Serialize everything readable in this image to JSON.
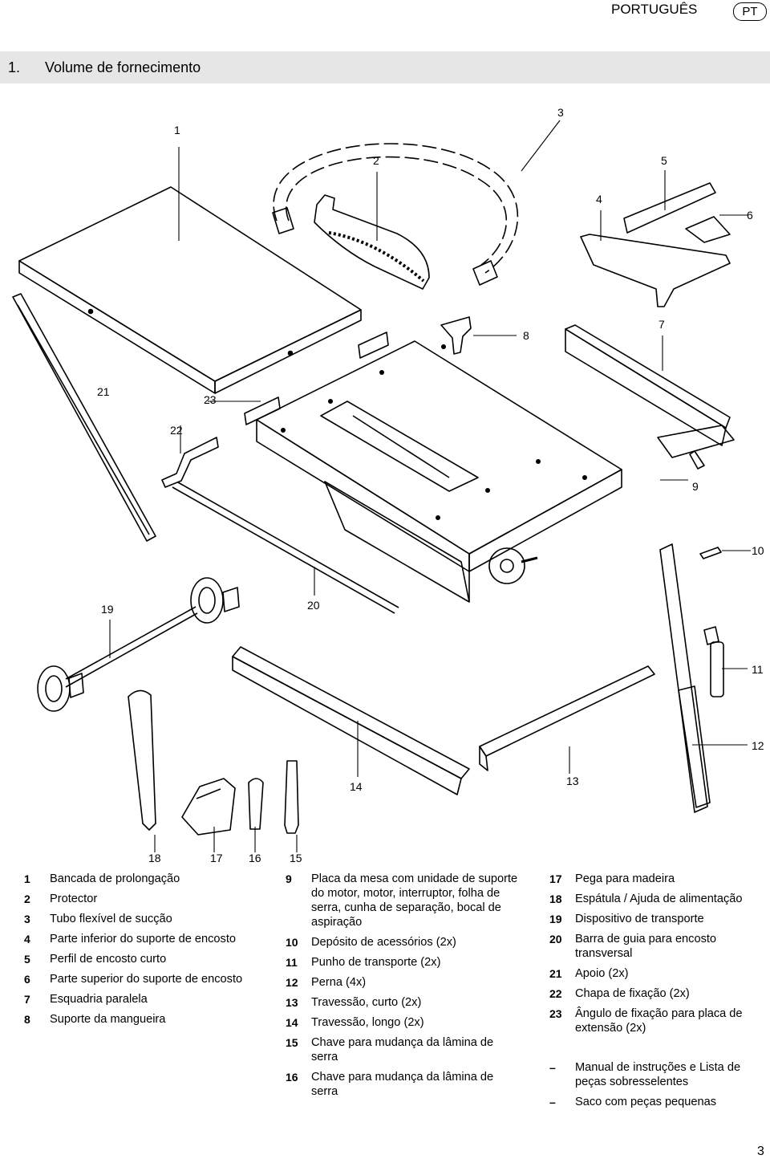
{
  "header": {
    "language": "PORTUGUÊS",
    "badge": "PT"
  },
  "section": {
    "number": "1.",
    "title": "Volume de fornecimento"
  },
  "callouts": [
    {
      "id": "c1",
      "text": "1"
    },
    {
      "id": "c2",
      "text": "2"
    },
    {
      "id": "c3",
      "text": "3"
    },
    {
      "id": "c4",
      "text": "4"
    },
    {
      "id": "c5",
      "text": "5"
    },
    {
      "id": "c6",
      "text": "6"
    },
    {
      "id": "c7",
      "text": "7"
    },
    {
      "id": "c8",
      "text": "8"
    },
    {
      "id": "c9",
      "text": "9"
    },
    {
      "id": "c10",
      "text": "10"
    },
    {
      "id": "c11",
      "text": "11"
    },
    {
      "id": "c12",
      "text": "12"
    },
    {
      "id": "c13",
      "text": "13"
    },
    {
      "id": "c14",
      "text": "14"
    },
    {
      "id": "c15",
      "text": "15"
    },
    {
      "id": "c16",
      "text": "16"
    },
    {
      "id": "c17",
      "text": "17"
    },
    {
      "id": "c18",
      "text": "18"
    },
    {
      "id": "c19",
      "text": "19"
    },
    {
      "id": "c20",
      "text": "20"
    },
    {
      "id": "c21",
      "text": "21"
    },
    {
      "id": "c22",
      "text": "22"
    },
    {
      "id": "c23",
      "text": "23"
    }
  ],
  "parts_list": {
    "col1": [
      {
        "num": "1",
        "text": "Bancada de prolongação"
      },
      {
        "num": "2",
        "text": "Protector"
      },
      {
        "num": "3",
        "text": "Tubo flexível de sucção"
      },
      {
        "num": "4",
        "text": "Parte inferior do suporte de encosto"
      },
      {
        "num": "5",
        "text": "Perfil de encosto curto"
      },
      {
        "num": "6",
        "text": "Parte superior do suporte de encosto"
      },
      {
        "num": "7",
        "text": "Esquadria paralela"
      },
      {
        "num": "8",
        "text": "Suporte da mangueira"
      }
    ],
    "col2": [
      {
        "num": "9",
        "text": "Placa da mesa com unidade de suporte do motor, motor, interruptor, folha de serra, cunha de separação, bocal de aspiração"
      },
      {
        "num": "10",
        "text": "Depósito de acessórios (2x)"
      },
      {
        "num": "11",
        "text": "Punho de transporte (2x)"
      },
      {
        "num": "12",
        "text": "Perna (4x)"
      },
      {
        "num": "13",
        "text": "Travessão, curto (2x)"
      },
      {
        "num": "14",
        "text": "Travessão, longo (2x)"
      },
      {
        "num": "15",
        "text": "Chave para mudança da lâmina de serra"
      },
      {
        "num": "16",
        "text": "Chave para mudança da lâmina de serra"
      }
    ],
    "col3": [
      {
        "num": "17",
        "text": "Pega para madeira"
      },
      {
        "num": "18",
        "text": "Espátula / Ajuda de alimentação"
      },
      {
        "num": "19",
        "text": "Dispositivo de transporte"
      },
      {
        "num": "20",
        "text": "Barra de guia para encosto transversal"
      },
      {
        "num": "21",
        "text": "Apoio (2x)"
      },
      {
        "num": "22",
        "text": "Chapa de fixação (2x)"
      },
      {
        "num": "23",
        "text": "Ângulo de fixação para placa de extensão (2x)"
      }
    ],
    "extras": [
      {
        "num": "–",
        "text": "Manual de instruções e Lista de peças sobresselentes"
      },
      {
        "num": "–",
        "text": "Saco com peças pequenas"
      }
    ]
  },
  "page_number": "3"
}
